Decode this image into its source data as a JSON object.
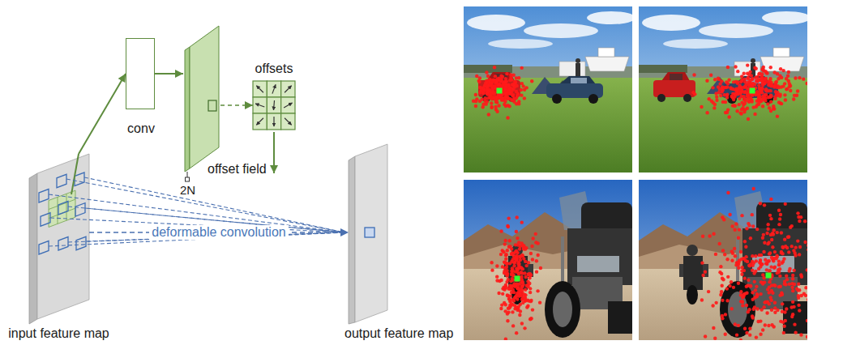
{
  "diagram": {
    "nodes": [
      {
        "text": [
          "input feature map"
        ]
      },
      {
        "text": [
          "conv"
        ]
      },
      {
        "text": [
          "offset field"
        ]
      },
      {
        "text": [
          "offsets"
        ]
      },
      {
        "text": [
          "output feature map"
        ]
      }
    ],
    "edges": [
      {
        "from": 0,
        "to": 1,
        "arrow": "to"
      },
      {
        "from": 1,
        "to": 2,
        "arrow": "to"
      },
      {
        "from": 2,
        "to": 3,
        "arrow": "to"
      },
      {
        "from": 0,
        "to": 4,
        "arrow": "to",
        "label": "deformable convolution"
      }
    ],
    "labels": [
      "2N"
    ]
  }
}
